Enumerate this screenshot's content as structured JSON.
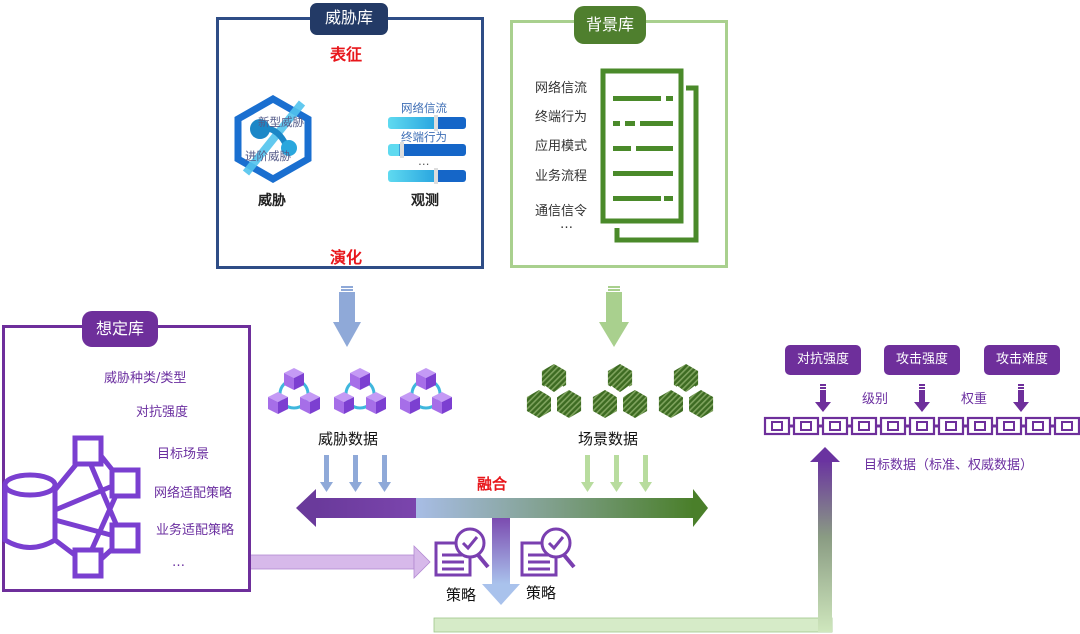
{
  "threat_library": {
    "title": "威胁库",
    "top_label": "表征",
    "bottom_label": "演化",
    "threat_icon": {
      "icon": "hexagon-share-icon",
      "labels": [
        "新型威胁",
        "进阶威胁"
      ],
      "caption": "威胁"
    },
    "observe_icon": {
      "icon": "slider-bars-icon",
      "labels": [
        "网络信流",
        "终端行为",
        "…"
      ],
      "caption": "观测"
    }
  },
  "background_library": {
    "title": "背景库",
    "items": [
      "网络信流",
      "终端行为",
      "应用模式",
      "业务流程",
      "通信信令",
      "…"
    ],
    "icon": "document-list-icon"
  },
  "scenario_library": {
    "title": "想定库",
    "items": [
      "威胁种类/类型",
      "对抗强度",
      "目标场景",
      "网络适配策略",
      "业务适配策略",
      "…"
    ],
    "icon": "database-network-icon"
  },
  "threat_data": {
    "label": "威胁数据",
    "icon": "cube-cluster-icon",
    "count": 3
  },
  "scene_data": {
    "label": "场景数据",
    "icon": "hexagon-cluster-icon",
    "count": 3
  },
  "fusion": {
    "label": "融合"
  },
  "strategies": [
    {
      "label": "策略",
      "icon": "document-search-check-icon"
    },
    {
      "label": "策略",
      "icon": "document-search-check-icon"
    }
  ],
  "target": {
    "tags": [
      "对抗强度",
      "攻击强度",
      "攻击难度"
    ],
    "connectors": [
      "级别",
      "权重"
    ],
    "chain_links": 11,
    "caption": "目标数据（标准、权威数据）"
  },
  "colors": {
    "threat_blue": "#2e4d86",
    "background_green": "#4f8a2c",
    "scenario_purple": "#6e2f9b",
    "fusion_red": "#e8161b"
  }
}
